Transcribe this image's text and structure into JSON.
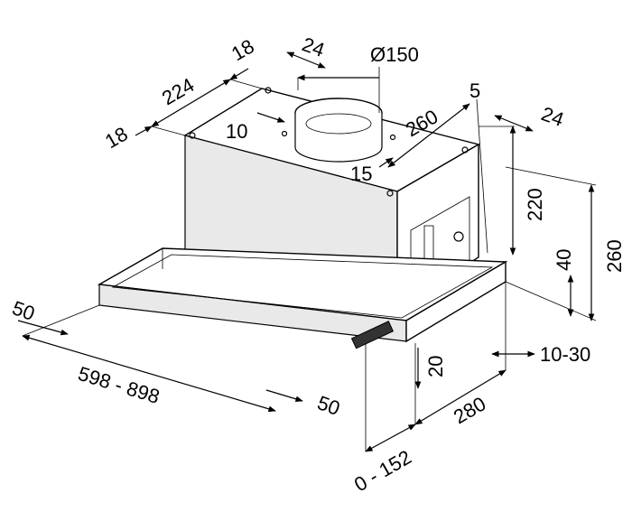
{
  "diagram": {
    "dimensions": {
      "d18_left": "18",
      "d224": "224",
      "d18_top": "18",
      "d24_top": "24",
      "d150": "Ø150",
      "d10": "10",
      "d260_top": "260",
      "d5": "5",
      "d15": "15",
      "d24_right": "24",
      "d220": "220",
      "d260_right": "260",
      "d40": "40",
      "d10_30": "10-30",
      "d50_left": "50",
      "d598_898": "598 - 898",
      "d20": "20",
      "d50_bottom": "50",
      "d280": "280",
      "d0_152": "0 - 152"
    }
  }
}
